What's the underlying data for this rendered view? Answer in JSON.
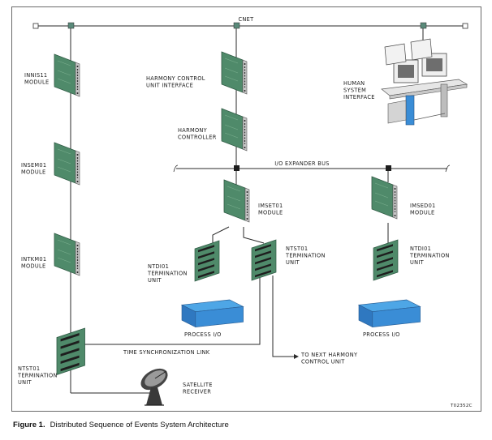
{
  "labels": {
    "cnet": "CNET",
    "innis11": [
      "INNIS11",
      "MODULE"
    ],
    "hcu_interface": [
      "HARMONY CONTROL",
      "UNIT INTERFACE"
    ],
    "human_system": [
      "HUMAN",
      "SYSTEM",
      "INTERFACE"
    ],
    "harmony_controller": [
      "HARMONY",
      "CONTROLLER"
    ],
    "io_expander_bus": "I/O EXPANDER BUS",
    "insem01": [
      "INSEM01",
      "MODULE"
    ],
    "imset01": [
      "IMSET01",
      "MODULE"
    ],
    "imsed01": [
      "IMSED01",
      "MODULE"
    ],
    "ntst01_upper": [
      "NTST01",
      "TERMINATION",
      "UNIT"
    ],
    "ntdi01_left": [
      "NTDI01",
      "TERMINATION",
      "UNIT"
    ],
    "ntdi01_right": [
      "NTDI01",
      "TERMINATION",
      "UNIT"
    ],
    "intkm01": [
      "INTKM01",
      "MODULE"
    ],
    "process_io_left": "PROCESS I/O",
    "process_io_right": "PROCESS I/O",
    "time_sync_link": "TIME SYNCHRONIZATION LINK",
    "next_hcu": [
      "TO NEXT HARMONY",
      "CONTROL UNIT"
    ],
    "ntst01_lower": [
      "NTST01",
      "TERMINATION",
      "UNIT"
    ],
    "satellite": [
      "SATELLITE",
      "RECEIVER"
    ],
    "figure_id": "T02352C"
  },
  "caption": {
    "number": "Figure 1.",
    "text": "Distributed Sequence of Events System Architecture"
  },
  "colors": {
    "board": "#4f8a6a",
    "board_dark": "#2f5a44",
    "box_top": "#4ea6e6",
    "box_side": "#2f78c0",
    "line": "#2a2a2a",
    "node": "#5a8a7a"
  }
}
